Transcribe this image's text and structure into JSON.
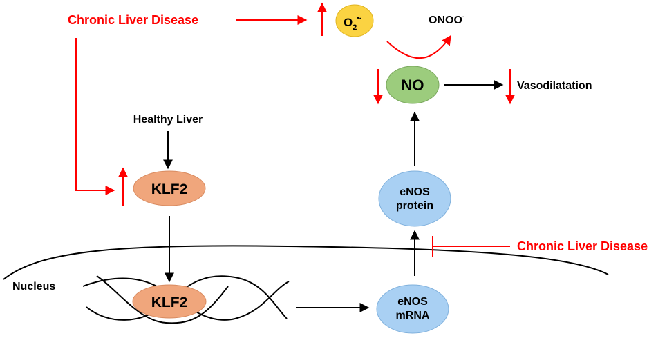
{
  "labels": {
    "chronic_top": "Chronic Liver Disease",
    "chronic_right": "Chronic Liver Disease",
    "healthy_liver": "Healthy Liver",
    "nucleus": "Nucleus",
    "vasodilatation": "Vasodilatation",
    "peroxynitrite": "ONOO",
    "peroxynitrite_sup": "-"
  },
  "nodes": {
    "klf2_cyto": "KLF2",
    "klf2_nucleus": "KLF2",
    "enos_protein": [
      "eNOS",
      "protein"
    ],
    "enos_mrna": [
      "eNOS",
      "mRNA"
    ],
    "no": "NO",
    "superoxide": {
      "base": "O",
      "sub": "2",
      "sup": "•-"
    }
  },
  "colors": {
    "red": "#ff0000",
    "black": "#000000",
    "klf2_fill": "#f0a67c",
    "enos_fill": "#a9d0f3",
    "no_fill": "#9ccc7d",
    "o2_fill": "#fbd342"
  }
}
